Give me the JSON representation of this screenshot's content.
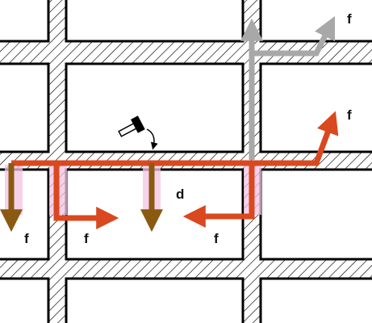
{
  "diagram": {
    "colors": {
      "background": "#ffffff",
      "wall_stroke": "#000000",
      "hatch": "#000000",
      "path_red": "#d9481f",
      "path_brown": "#8a5a12",
      "path_gray": "#a8a8a8",
      "glow": "#f4c4e4"
    },
    "labels": {
      "f_top": "f",
      "f_right": "f",
      "d": "d",
      "f_left": "f",
      "f_mid": "f",
      "f_bottom": "f"
    },
    "icons": {
      "impact": "hammer-icon"
    }
  }
}
